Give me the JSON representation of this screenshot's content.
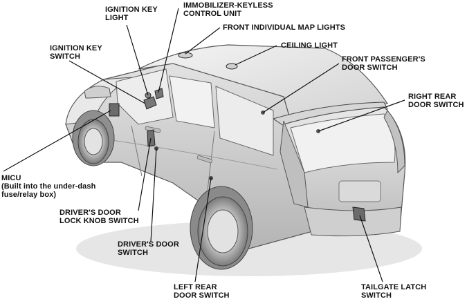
{
  "labels": {
    "ignition_key_light": "IGNITION KEY\nLIGHT",
    "immobilizer": "IMMOBILIZER-KEYLESS\nCONTROL UNIT",
    "front_map_lights": "FRONT INDIVIDUAL MAP LIGHTS",
    "ignition_key_switch": "IGNITION KEY\nSWITCH",
    "ceiling_light": "CEILING LIGHT",
    "front_passenger_door_switch": "FRONT PASSENGER'S\nDOOR SWITCH",
    "right_rear_door_switch": "RIGHT REAR\nDOOR SWITCH",
    "micu_title": "MICU",
    "micu_note": "(Built into the under-dash\nfuse/relay box)",
    "driver_lock_knob_switch": "DRIVER'S DOOR\nLOCK KNOB SWITCH",
    "driver_door_switch": "DRIVER'S DOOR\nSWITCH",
    "left_rear_door_switch": "LEFT REAR\nDOOR SWITCH",
    "tailgate_latch_switch": "TAILGATE LATCH\nSWITCH"
  }
}
